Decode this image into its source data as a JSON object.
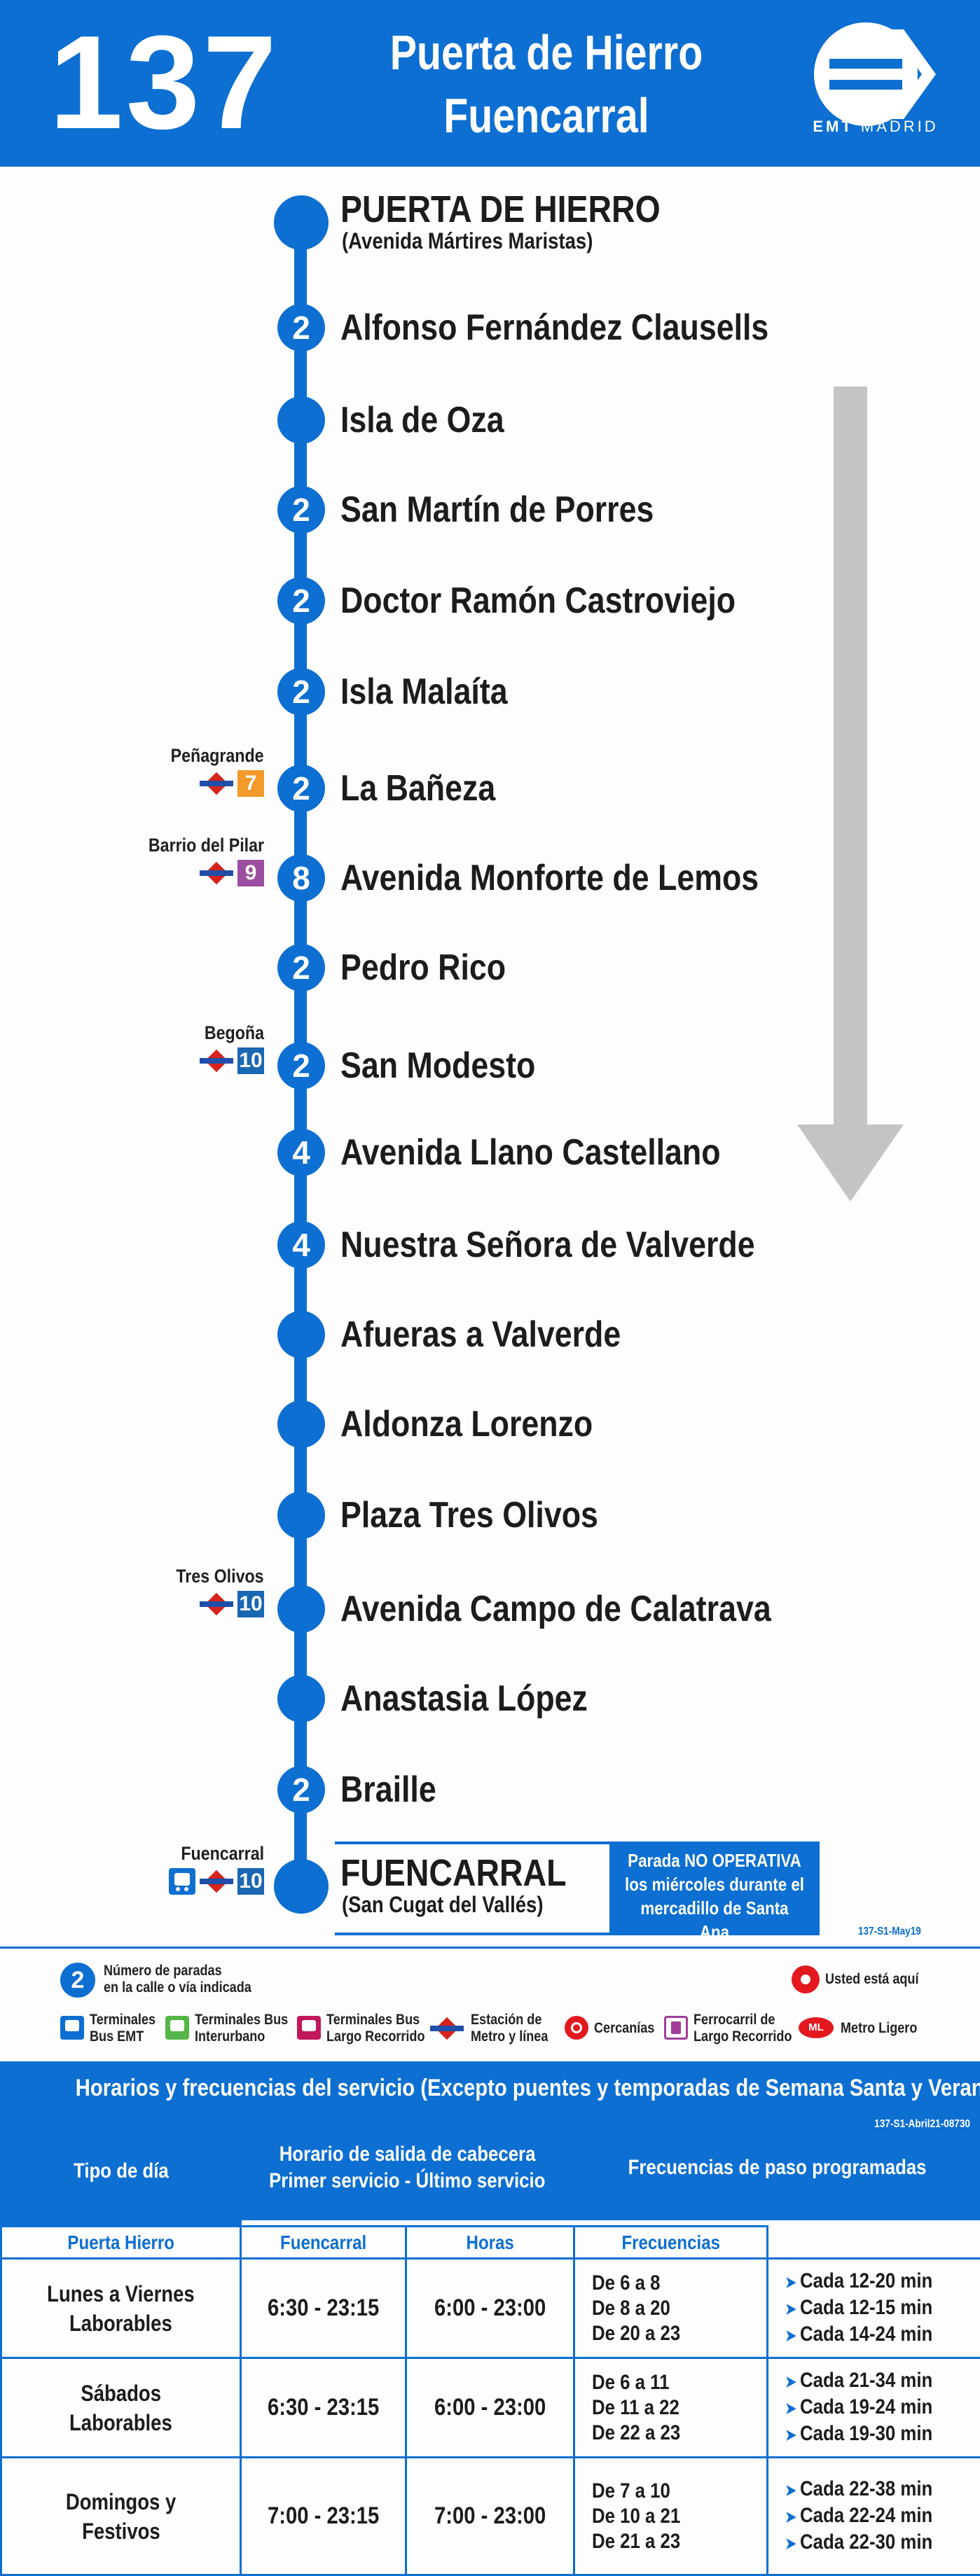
{
  "header": {
    "route_number": "137",
    "origin": "Puerta de Hierro",
    "destination": "Fuencarral",
    "brand_bold": "EMT",
    "brand_city": "MADRID",
    "color": "#0d6fd1"
  },
  "stops": [
    {
      "name": "PUERTA DE HIERRO",
      "sub": "(Avenida Mártires Maristas)",
      "terminal": true
    },
    {
      "name": "Alfonso Fernández Clausells",
      "count": "2"
    },
    {
      "name": "Isla de Oza"
    },
    {
      "name": "San Martín de Porres",
      "count": "2"
    },
    {
      "name": "Doctor Ramón Castroviejo",
      "count": "2"
    },
    {
      "name": "Isla Malaíta",
      "count": "2"
    },
    {
      "name": "La Bañeza",
      "count": "2",
      "connection": {
        "name": "Peñagrande",
        "line": "7",
        "line_color": "#f39a2b"
      }
    },
    {
      "name": "Avenida Monforte de Lemos",
      "count": "8",
      "connection": {
        "name": "Barrio del Pilar",
        "line": "9",
        "line_color": "#9c4ea0"
      }
    },
    {
      "name": "Pedro Rico",
      "count": "2"
    },
    {
      "name": "San Modesto",
      "count": "2",
      "connection": {
        "name": "Begoña",
        "line": "10",
        "line_color": "#1a67b3"
      }
    },
    {
      "name": "Avenida Llano Castellano",
      "count": "4"
    },
    {
      "name": "Nuestra Señora de Valverde",
      "count": "4"
    },
    {
      "name": "Afueras a Valverde"
    },
    {
      "name": "Aldonza Lorenzo"
    },
    {
      "name": "Plaza Tres Olivos"
    },
    {
      "name": "Avenida Campo de Calatrava",
      "connection": {
        "name": "Tres Olivos",
        "line": "10",
        "line_color": "#1a67b3"
      }
    },
    {
      "name": "Anastasia López"
    },
    {
      "name": "Braille",
      "count": "2"
    },
    {
      "name": "FUENCARRAL",
      "sub": "(San Cugat del Vallés)",
      "terminal": true,
      "connection": {
        "name": "Fuencarral",
        "line": "10",
        "line_color": "#1a67b3",
        "bus": true
      }
    }
  ],
  "notice": [
    "Parada NO OPERATIVA",
    "los miércoles durante el",
    "mercadillo de Santa Ana"
  ],
  "doc_code": "137-S1-May19",
  "legend": {
    "count_sample": "2",
    "count_text": [
      "Número de paradas",
      "en la calle o vía indicada"
    ],
    "you_are_here": "Usted está aquí",
    "items": [
      [
        "Terminales",
        "Bus EMT"
      ],
      [
        "Terminales Bus",
        "Interurbano"
      ],
      [
        "Terminales Bus",
        "Largo Recorrido"
      ],
      [
        "Estación de",
        "Metro y línea"
      ],
      [
        "Cercanías"
      ],
      [
        "Ferrocarril de",
        "Largo Recorrido"
      ],
      [
        "Metro Ligero"
      ]
    ]
  },
  "schedule": {
    "title": "Horarios y frecuencias del servicio (Excepto puentes y temporadas de Semana Santa y Verano)",
    "code": "137-S1-Abril21-08730",
    "col_day": "Tipo de día",
    "col_first_last": [
      "Horario de salida de cabecera",
      "Primer servicio - Último servicio"
    ],
    "col_freq": "Frecuencias de paso programadas",
    "sub_origin": "Puerta Hierro",
    "sub_dest": "Fuencarral",
    "sub_hours": "Horas",
    "sub_freqs": "Frecuencias",
    "rows": [
      {
        "day": [
          "Lunes a Viernes",
          "Laborables"
        ],
        "origin": "6:30 - 23:15",
        "dest": "6:00 - 23:00",
        "hours": [
          "De 6 a 8",
          "De 8 a 20",
          "De 20 a 23"
        ],
        "freqs": [
          "Cada 12-20 min",
          "Cada 12-15 min",
          "Cada 14-24 min"
        ]
      },
      {
        "day": [
          "Sábados",
          "Laborables"
        ],
        "origin": "6:30 - 23:15",
        "dest": "6:00 - 23:00",
        "hours": [
          "De 6 a 11",
          "De 11 a 22",
          "De 22 a 23"
        ],
        "freqs": [
          "Cada 21-34 min",
          "Cada 19-24 min",
          "Cada 19-30 min"
        ]
      },
      {
        "day": [
          "Domingos y",
          "Festivos"
        ],
        "origin": "7:00 - 23:15",
        "dest": "7:00 - 23:00",
        "hours": [
          "De 7 a 10",
          "De 10 a 21",
          "De 21 a 23"
        ],
        "freqs": [
          "Cada 22-38 min",
          "Cada 22-24 min",
          "Cada 22-30 min"
        ]
      }
    ]
  }
}
